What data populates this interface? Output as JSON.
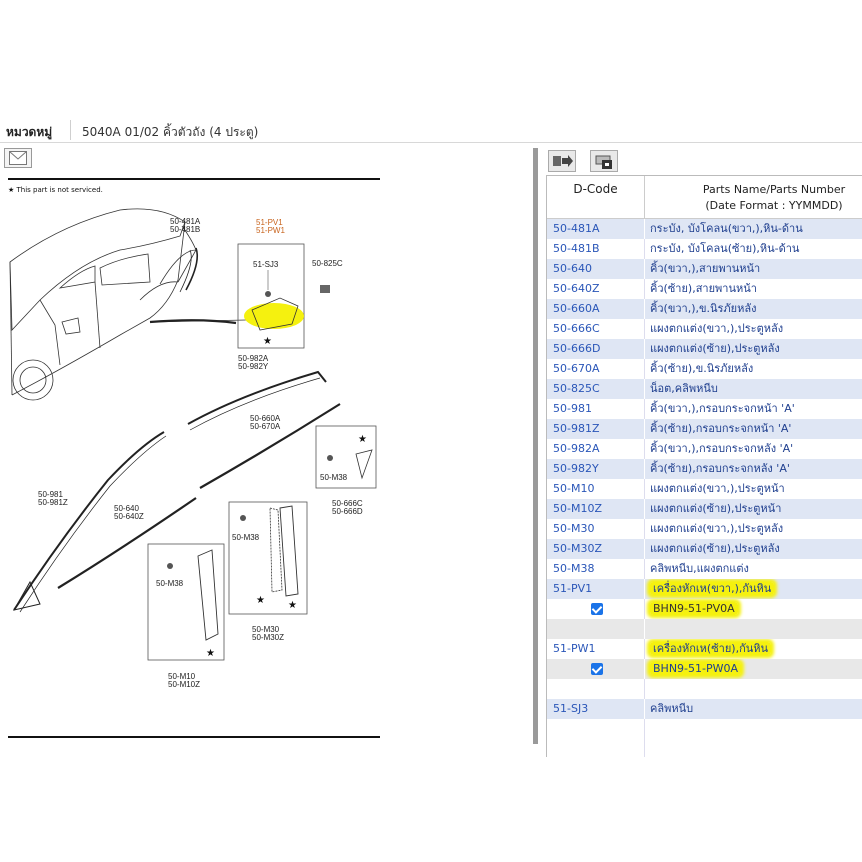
{
  "breadcrumb": {
    "category": "หมวดหมู่",
    "path": "5040A 01/02 คิ้วตัวถัง (4 ประตู)"
  },
  "diagram": {
    "note": "★ This part is not serviced.",
    "labels": {
      "l_481": "50-481A",
      "l_481b": "50-481B",
      "l_pv1": "51-PV1",
      "l_pw1": "51-PW1",
      "l_sj3": "51-SJ3",
      "l_825c": "50-825C",
      "l_982a": "50-982A",
      "l_982y": "50-982Y",
      "l_660a": "50-660A",
      "l_670a": "50-670A",
      "l_m38a": "50-M38",
      "l_666c": "50-666C",
      "l_666d": "50-666D",
      "l_981": "50-981",
      "l_981z": "50-981Z",
      "l_640": "50-640",
      "l_640z": "50-640Z",
      "l_m38b": "50-M38",
      "l_m30": "50-M30",
      "l_m30z": "50-M30Z",
      "l_m38c": "50-M38",
      "l_m10": "50-M10",
      "l_m10z": "50-M10Z"
    }
  },
  "table": {
    "header": {
      "dcode": "D-Code",
      "name_line1": "Parts Name/Parts Number",
      "name_line2": "(Date Format : YYMMDD)"
    },
    "rows": [
      {
        "code": "50-481A",
        "name": "กระบัง, บังโคลน(ขวา,),หิน-ด้าน"
      },
      {
        "code": "50-481B",
        "name": "กระบัง, บังโคลน(ซ้าย),หิน-ด้าน"
      },
      {
        "code": "50-640",
        "name": "คิ้ว(ขวา,),สายพานหน้า"
      },
      {
        "code": "50-640Z",
        "name": "คิ้ว(ซ้าย),สายพานหน้า"
      },
      {
        "code": "50-660A",
        "name": "คิ้ว(ขวา,),ข.นิรภัยหลัง"
      },
      {
        "code": "50-666C",
        "name": "แผงตกแต่ง(ขวา,),ประตูหลัง"
      },
      {
        "code": "50-666D",
        "name": "แผงตกแต่ง(ซ้าย),ประตูหลัง"
      },
      {
        "code": "50-670A",
        "name": "คิ้ว(ซ้าย),ข.นิรภัยหลัง"
      },
      {
        "code": "50-825C",
        "name": "น็อต,คลิพหนีบ"
      },
      {
        "code": "50-981",
        "name": "คิ้ว(ขวา,),กรอบกระจกหน้า 'A'"
      },
      {
        "code": "50-981Z",
        "name": "คิ้ว(ซ้าย),กรอบกระจกหน้า 'A'"
      },
      {
        "code": "50-982A",
        "name": "คิ้ว(ขวา,),กรอบกระจกหลัง 'A'"
      },
      {
        "code": "50-982Y",
        "name": "คิ้ว(ซ้าย),กรอบกระจกหลัง 'A'"
      },
      {
        "code": "50-M10",
        "name": "แผงตกแต่ง(ขวา,),ประตูหน้า"
      },
      {
        "code": "50-M10Z",
        "name": "แผงตกแต่ง(ซ้าย),ประตูหน้า"
      },
      {
        "code": "50-M30",
        "name": "แผงตกแต่ง(ขวา,),ประตูหลัง"
      },
      {
        "code": "50-M30Z",
        "name": "แผงตกแต่ง(ซ้าย),ประตูหลัง"
      },
      {
        "code": "50-M38",
        "name": "คลิพหนีบ,แผงตกแต่ง"
      }
    ],
    "pv1": {
      "code": "51-PV1",
      "name": "เครื่องหักเห(ขวา,),กันหิน",
      "part_number": "BHN9-51-PV0A"
    },
    "pw1": {
      "code": "51-PW1",
      "name": "เครื่องหักเห(ซ้าย),กันหิน",
      "part_number": "BHN9-51-PW0A"
    },
    "sj3": {
      "code": "51-SJ3",
      "name": "คลิพหนีบ"
    }
  }
}
